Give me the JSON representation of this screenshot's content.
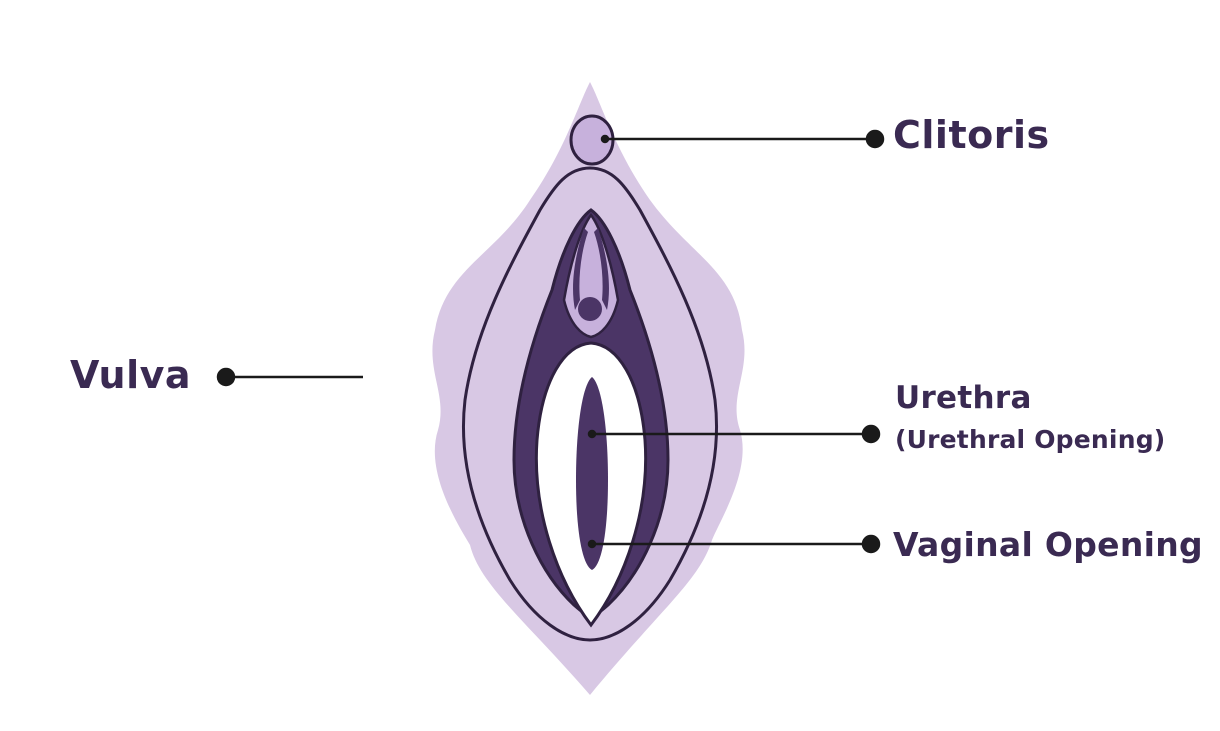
{
  "labels": {
    "clitoris": "Clitoris",
    "vulva": "Vulva",
    "urethra": "Urethra",
    "urethra_sub": "(Urethral Opening)",
    "vaginal_opening": "Vaginal Opening"
  },
  "colors": {
    "outer_fill": "#d8c8e4",
    "inner_light": "#b59ecf",
    "dark": "#4b3566",
    "outline": "#2f2140",
    "label_text": "#3a2a52",
    "leader": "#1a1a1a",
    "background": "#ffffff"
  }
}
